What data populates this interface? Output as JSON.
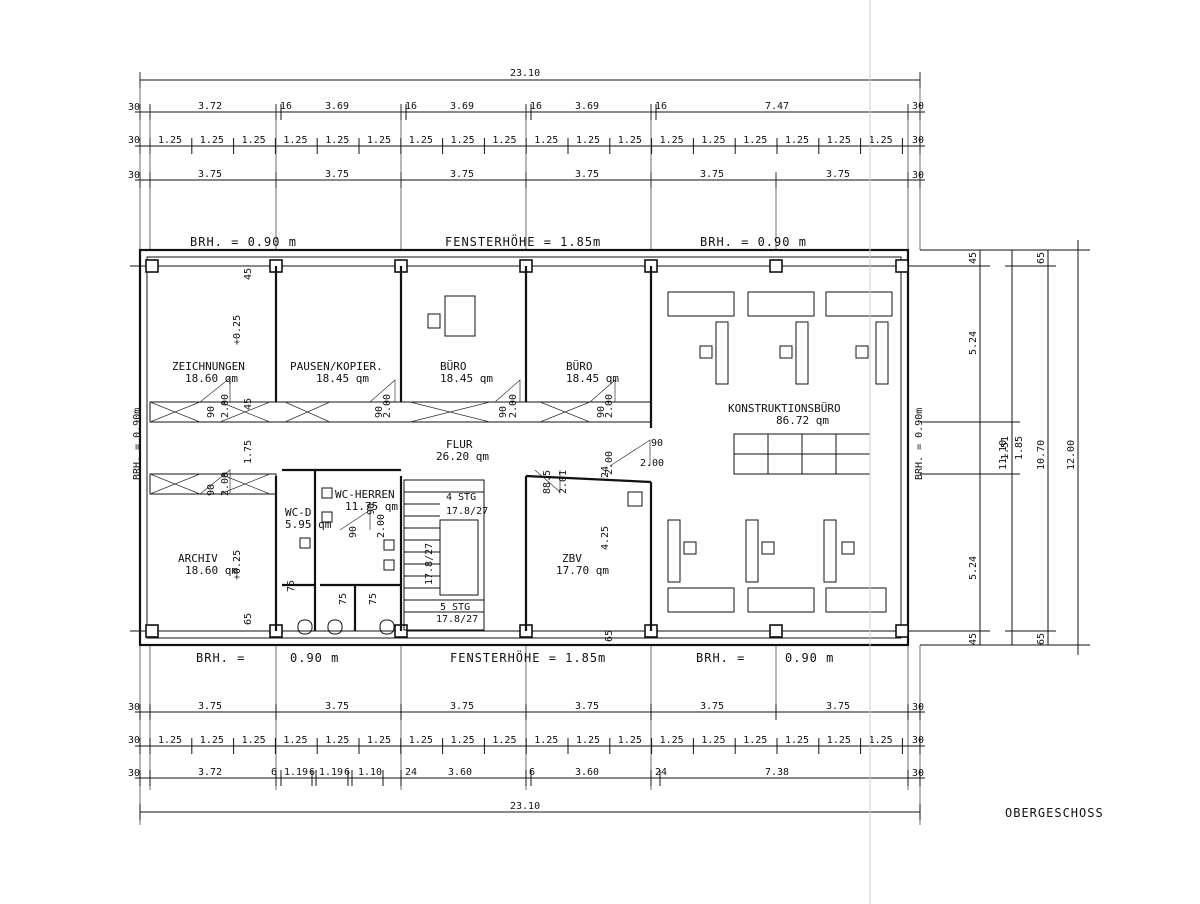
{
  "title": "OBERGESCHOSS",
  "window_notes": {
    "top": [
      "BRH. = 0.90 m",
      "FENSTERHÖHE = 1.85m",
      "BRH. = 0.90 m"
    ],
    "bottom": [
      "BRH. =",
      "0.90 m",
      "FENSTERHÖHE = 1.85m",
      "BRH. =",
      "0.90 m"
    ],
    "left": "BRH. = 0.90m",
    "right": "BRH. = 0.90m"
  },
  "rooms": [
    {
      "name": "ZEICHNUNGEN",
      "area": "18.60 qm"
    },
    {
      "name": "PAUSEN/KOPIER.",
      "area": "18.45 qm"
    },
    {
      "name": "BÜRO",
      "area": "18.45 qm"
    },
    {
      "name": "BÜRO",
      "area": "18.45 qm"
    },
    {
      "name": "KONSTRUKTIONSBÜRO",
      "area": "86.72 qm"
    },
    {
      "name": "FLUR",
      "area": "26.20 qm"
    },
    {
      "name": "ARCHIV",
      "area": "18.60 qm"
    },
    {
      "name": "WC-D",
      "area": "5.95 qm"
    },
    {
      "name": "WC-HERREN",
      "area": "11.75 qm"
    },
    {
      "name": "ZBV",
      "area": "17.70 qm"
    }
  ],
  "stairs": [
    "4 STG",
    "17.8/27",
    "17.8/27",
    "5 STG",
    "17.8/27"
  ],
  "dims_top": {
    "overall": "23.10",
    "row1": [
      "30",
      "3.72",
      "16",
      "3.69",
      "16",
      "3.69",
      "16",
      "3.69",
      "16",
      "7.47",
      "30"
    ],
    "row2": [
      "30",
      "1.25",
      "1.25",
      "1.25",
      "1.25",
      "1.25",
      "1.25",
      "1.25",
      "1.25",
      "1.25",
      "1.25",
      "1.25",
      "1.25",
      "1.25",
      "1.25",
      "1.25",
      "1.25",
      "1.25",
      "1.25",
      "30"
    ],
    "row3": [
      "30",
      "3.75",
      "3.75",
      "3.75",
      "3.75",
      "3.75",
      "3.75",
      "30"
    ]
  },
  "dims_bottom": {
    "row1": [
      "30",
      "3.75",
      "3.75",
      "3.75",
      "3.75",
      "3.75",
      "3.75",
      "30"
    ],
    "row2": [
      "30",
      "1.25",
      "1.25",
      "1.25",
      "1.25",
      "1.25",
      "1.25",
      "1.25",
      "1.25",
      "1.25",
      "1.25",
      "1.25",
      "1.25",
      "1.25",
      "1.25",
      "1.25",
      "1.25",
      "1.25",
      "1.25",
      "30"
    ],
    "row3": [
      "30",
      "3.72",
      "6",
      "1.19",
      "6",
      "1.19",
      "6",
      "1.10",
      "24",
      "3.60",
      "6",
      "3.60",
      "24",
      "7.38",
      "30"
    ],
    "overall": "23.10"
  },
  "dims_right": {
    "inner": [
      "45",
      "5.24",
      "1.51",
      "5.24",
      "45"
    ],
    "mid": [
      "65",
      "1.85",
      "65"
    ],
    "span1": "11.10",
    "span2": "10.70",
    "span3": "12.00"
  },
  "interior_dims": [
    "+0.25",
    "45",
    "1.75",
    "+0.25",
    "65",
    "45",
    "65",
    "2.00",
    "2.00",
    "2.00",
    "2.00",
    "2.00",
    "2.00",
    "90",
    "90",
    "90",
    "90",
    "90",
    "90",
    "2.00",
    "2.01",
    "4.25",
    "24",
    "88.5",
    "75",
    "75",
    "75",
    "90",
    "90",
    "2.00"
  ]
}
